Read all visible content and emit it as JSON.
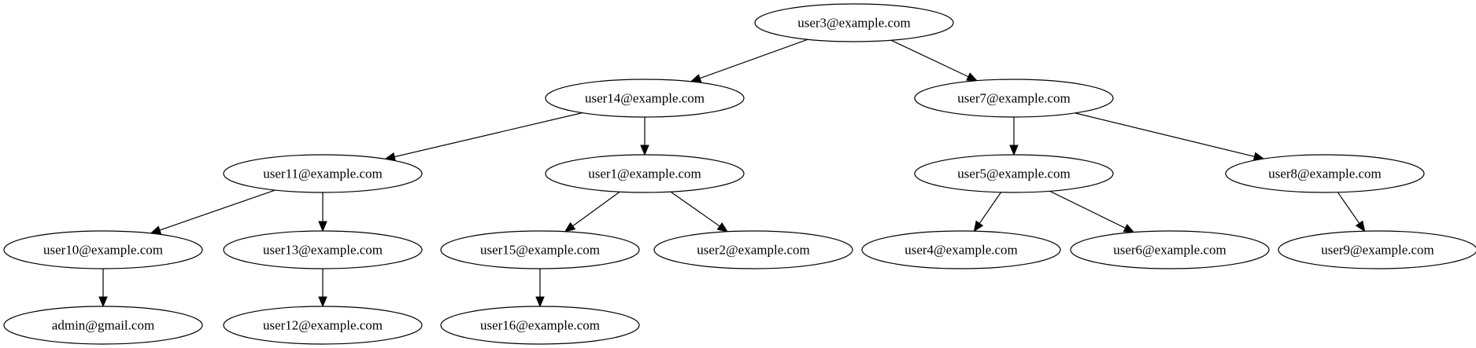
{
  "graph": {
    "nodes": [
      {
        "id": "user3",
        "label": "user3@example.com"
      },
      {
        "id": "user14",
        "label": "user14@example.com"
      },
      {
        "id": "user7",
        "label": "user7@example.com"
      },
      {
        "id": "user11",
        "label": "user11@example.com"
      },
      {
        "id": "user1",
        "label": "user1@example.com"
      },
      {
        "id": "user5",
        "label": "user5@example.com"
      },
      {
        "id": "user8",
        "label": "user8@example.com"
      },
      {
        "id": "user10",
        "label": "user10@example.com"
      },
      {
        "id": "user13",
        "label": "user13@example.com"
      },
      {
        "id": "user15",
        "label": "user15@example.com"
      },
      {
        "id": "user2",
        "label": "user2@example.com"
      },
      {
        "id": "user4",
        "label": "user4@example.com"
      },
      {
        "id": "user6",
        "label": "user6@example.com"
      },
      {
        "id": "user9",
        "label": "user9@example.com"
      },
      {
        "id": "admin",
        "label": "admin@gmail.com"
      },
      {
        "id": "user12",
        "label": "user12@example.com"
      },
      {
        "id": "user16",
        "label": "user16@example.com"
      }
    ],
    "edges": [
      {
        "from": "user3",
        "to": "user14"
      },
      {
        "from": "user3",
        "to": "user7"
      },
      {
        "from": "user14",
        "to": "user11"
      },
      {
        "from": "user14",
        "to": "user1"
      },
      {
        "from": "user7",
        "to": "user5"
      },
      {
        "from": "user7",
        "to": "user8"
      },
      {
        "from": "user11",
        "to": "user10"
      },
      {
        "from": "user11",
        "to": "user13"
      },
      {
        "from": "user1",
        "to": "user15"
      },
      {
        "from": "user1",
        "to": "user2"
      },
      {
        "from": "user5",
        "to": "user4"
      },
      {
        "from": "user5",
        "to": "user6"
      },
      {
        "from": "user8",
        "to": "user9"
      },
      {
        "from": "user10",
        "to": "admin"
      },
      {
        "from": "user13",
        "to": "user12"
      },
      {
        "from": "user15",
        "to": "user16"
      }
    ]
  }
}
